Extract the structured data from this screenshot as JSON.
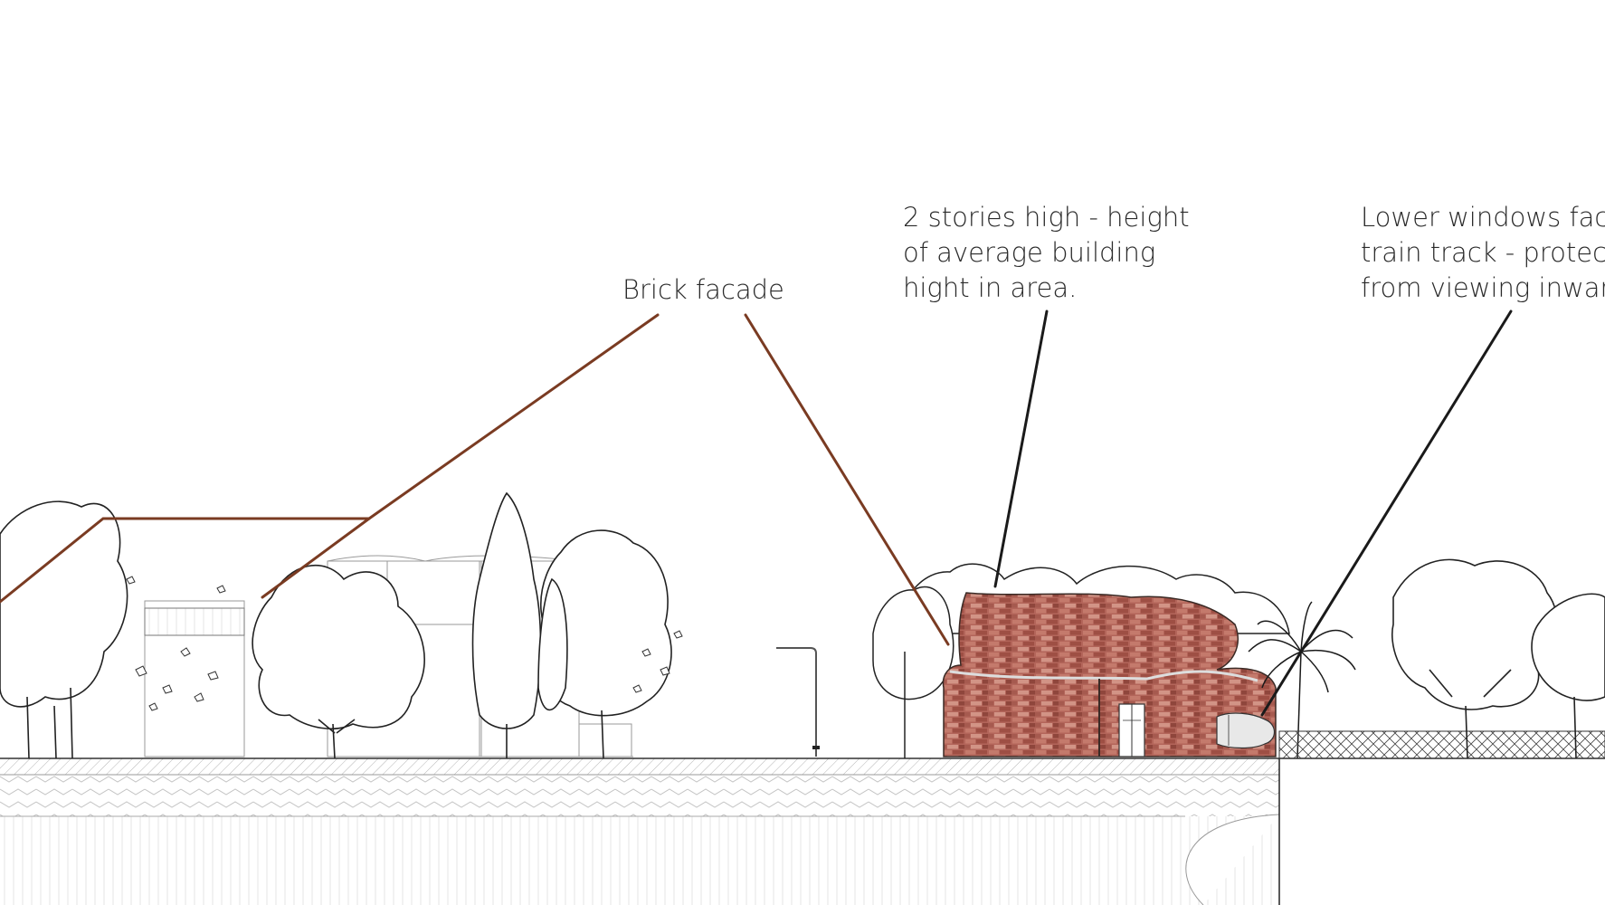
{
  "annotations": {
    "brick_facade": "Brick facade",
    "stories": {
      "line1": "2 stories high - height",
      "line2": "of average building",
      "line3": "hight in area."
    },
    "windows": {
      "line1": "Lower windows fac",
      "line2": "train track - protec",
      "line3": "from viewing inwar"
    }
  },
  "colors": {
    "brick_leader": "#7a3b22",
    "black_leader": "#1a1a1a",
    "brick": "#a8564a",
    "brick_light": "#c98a7e",
    "ink": "#2b2b2b",
    "ground_hatch": "#9a9a9a"
  }
}
